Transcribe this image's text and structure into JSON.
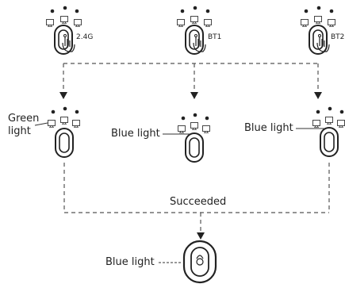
{
  "modes": [
    {
      "label": "2.4G"
    },
    {
      "label": "BT1"
    },
    {
      "label": "BT2"
    }
  ],
  "results": {
    "left": {
      "line1": "Green",
      "line2": "light"
    },
    "middle": "Blue light",
    "right": "Blue light"
  },
  "status": "Succeeded",
  "final_label": "Blue light",
  "colors": {
    "line": "#333333",
    "dash": "#555555"
  }
}
